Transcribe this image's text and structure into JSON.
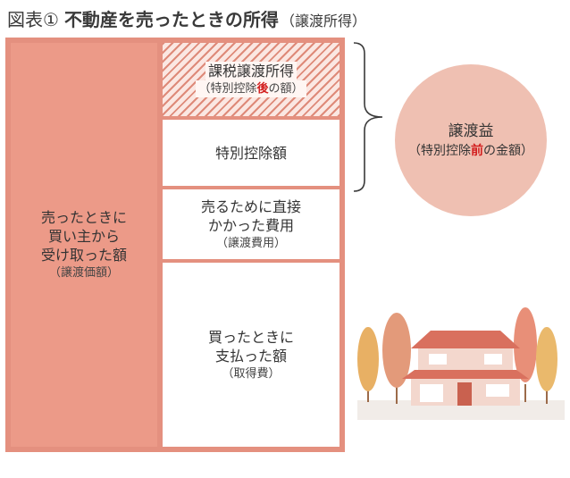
{
  "title": {
    "figure_label": "図表①",
    "main": "不動産を売ったときの所得",
    "sub": "（譲渡所得）"
  },
  "left_block": {
    "lines": [
      "売ったときに",
      "買い主から",
      "受け取った額"
    ],
    "note": "（譲渡価額）"
  },
  "right_blocks": {
    "taxable": {
      "label": "課税譲渡所得",
      "note_open": "（特別控除",
      "note_highlight": "後",
      "note_close": "の額）"
    },
    "special_deduction": {
      "label": "特別控除額"
    },
    "sale_cost": {
      "lines": [
        "売るために直接",
        "かかった費用"
      ],
      "note": "（譲渡費用）"
    },
    "acquisition": {
      "lines": [
        "買ったときに",
        "支払った額"
      ],
      "note": "（取得費）"
    }
  },
  "circle": {
    "title": "譲渡益",
    "note_open": "（特別控除",
    "note_highlight": "前",
    "note_close": "の金額）"
  },
  "colors": {
    "frame": "#e4907f",
    "left_fill": "#ec9a88",
    "circle_fill": "#efc0b2",
    "highlight": "#d21f1f",
    "bracket": "#3a3a3a"
  },
  "icons": {
    "house": "house-with-trees-icon",
    "bracket": "curly-brace-icon"
  }
}
